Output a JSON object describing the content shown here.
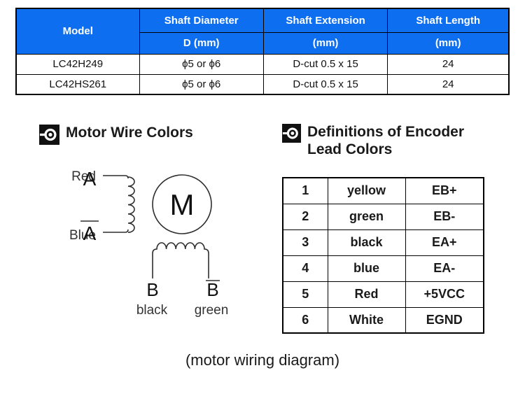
{
  "colors": {
    "header_bg": "#0d6ef0",
    "header_text": "#ffffff",
    "table_border": "#000000",
    "diagram_line": "#2e2e2e"
  },
  "spec_table": {
    "columns": [
      {
        "title": "Model",
        "subtitle": ""
      },
      {
        "title": "Shaft Diameter",
        "subtitle": "D (mm)"
      },
      {
        "title": "Shaft Extension",
        "subtitle": "(mm)"
      },
      {
        "title": "Shaft Length",
        "subtitle": "(mm)"
      }
    ],
    "rows": [
      [
        "LC42H249",
        "ϕ5 or ϕ6",
        "D-cut 0.5 x 15",
        "24"
      ],
      [
        "LC42HS261",
        "ϕ5 or ϕ6",
        "D-cut 0.5 x 15",
        "24"
      ]
    ]
  },
  "wire_section": {
    "title": "Motor Wire Colors",
    "icon": "bullseye-icon",
    "diagram": {
      "motor_symbol": "M",
      "phase_a": {
        "letter": "A",
        "color_word": "Red"
      },
      "phase_a_bar": {
        "letter": "A",
        "color_word": "Blue"
      },
      "phase_b": {
        "letter": "B",
        "color_word": "black"
      },
      "phase_b_bar": {
        "letter": "B",
        "color_word": "green"
      }
    }
  },
  "encoder_section": {
    "title_line1": "Definitions of Encoder",
    "title_line2": "Lead Colors",
    "icon": "bullseye-icon",
    "rows": [
      {
        "pin": "1",
        "color": "yellow",
        "signal": "EB+"
      },
      {
        "pin": "2",
        "color": "green",
        "signal": "EB-"
      },
      {
        "pin": "3",
        "color": "black",
        "signal": "EA+"
      },
      {
        "pin": "4",
        "color": "blue",
        "signal": "EA-"
      },
      {
        "pin": "5",
        "color": "Red",
        "signal": "+5VCC"
      },
      {
        "pin": "6",
        "color": "White",
        "signal": "EGND"
      }
    ]
  },
  "caption": "(motor wiring diagram)"
}
